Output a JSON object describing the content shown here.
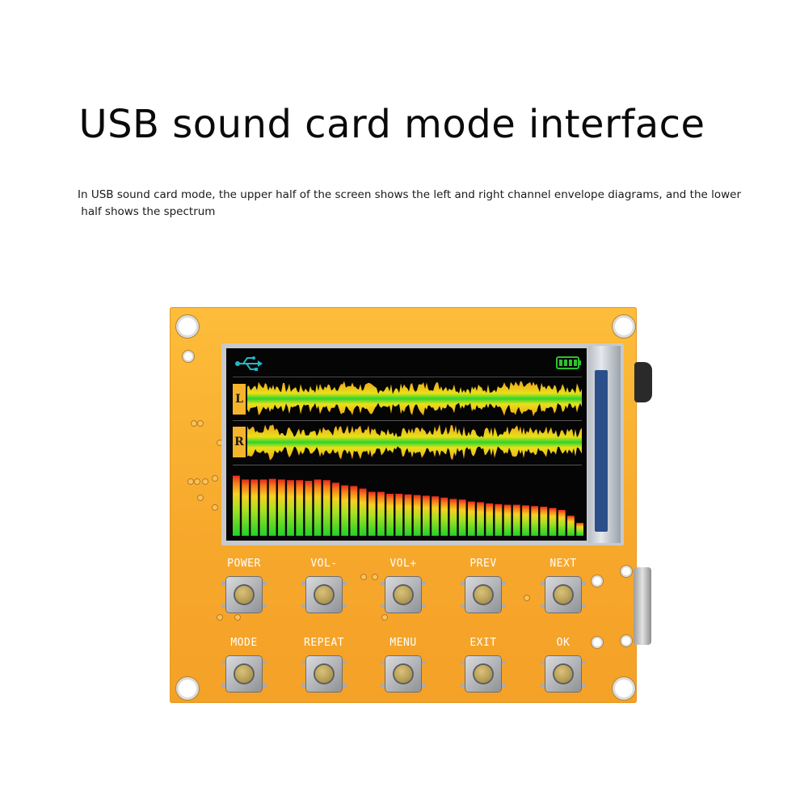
{
  "heading": {
    "title": "USB sound card mode interface",
    "subtitle_line1": "In USB sound card mode, the upper half of the screen shows the left and right channel envelope diagrams, and the lower",
    "subtitle_line2": " half shows the spectrum"
  },
  "screen": {
    "status_icons": [
      "usb-icon",
      "battery-icon"
    ],
    "left_channel_label": "L",
    "right_channel_label": "R",
    "spectrum_levels": [
      0.93,
      0.87,
      0.87,
      0.87,
      0.88,
      0.87,
      0.86,
      0.86,
      0.85,
      0.87,
      0.86,
      0.82,
      0.78,
      0.77,
      0.73,
      0.68,
      0.68,
      0.65,
      0.65,
      0.64,
      0.63,
      0.62,
      0.61,
      0.59,
      0.57,
      0.56,
      0.53,
      0.52,
      0.5,
      0.49,
      0.48,
      0.48,
      0.47,
      0.46,
      0.45,
      0.43,
      0.4,
      0.31,
      0.2
    ],
    "colors": {
      "usb": "#22b8c8",
      "battery": "#2ec22e",
      "channel_box": "#f6b42c"
    }
  },
  "buttons": {
    "row1": [
      "POWER",
      "VOL-",
      "VOL+",
      "PREV",
      "NEXT"
    ],
    "row2": [
      "MODE",
      "REPEAT",
      "MENU",
      "EXIT",
      "OK"
    ]
  }
}
